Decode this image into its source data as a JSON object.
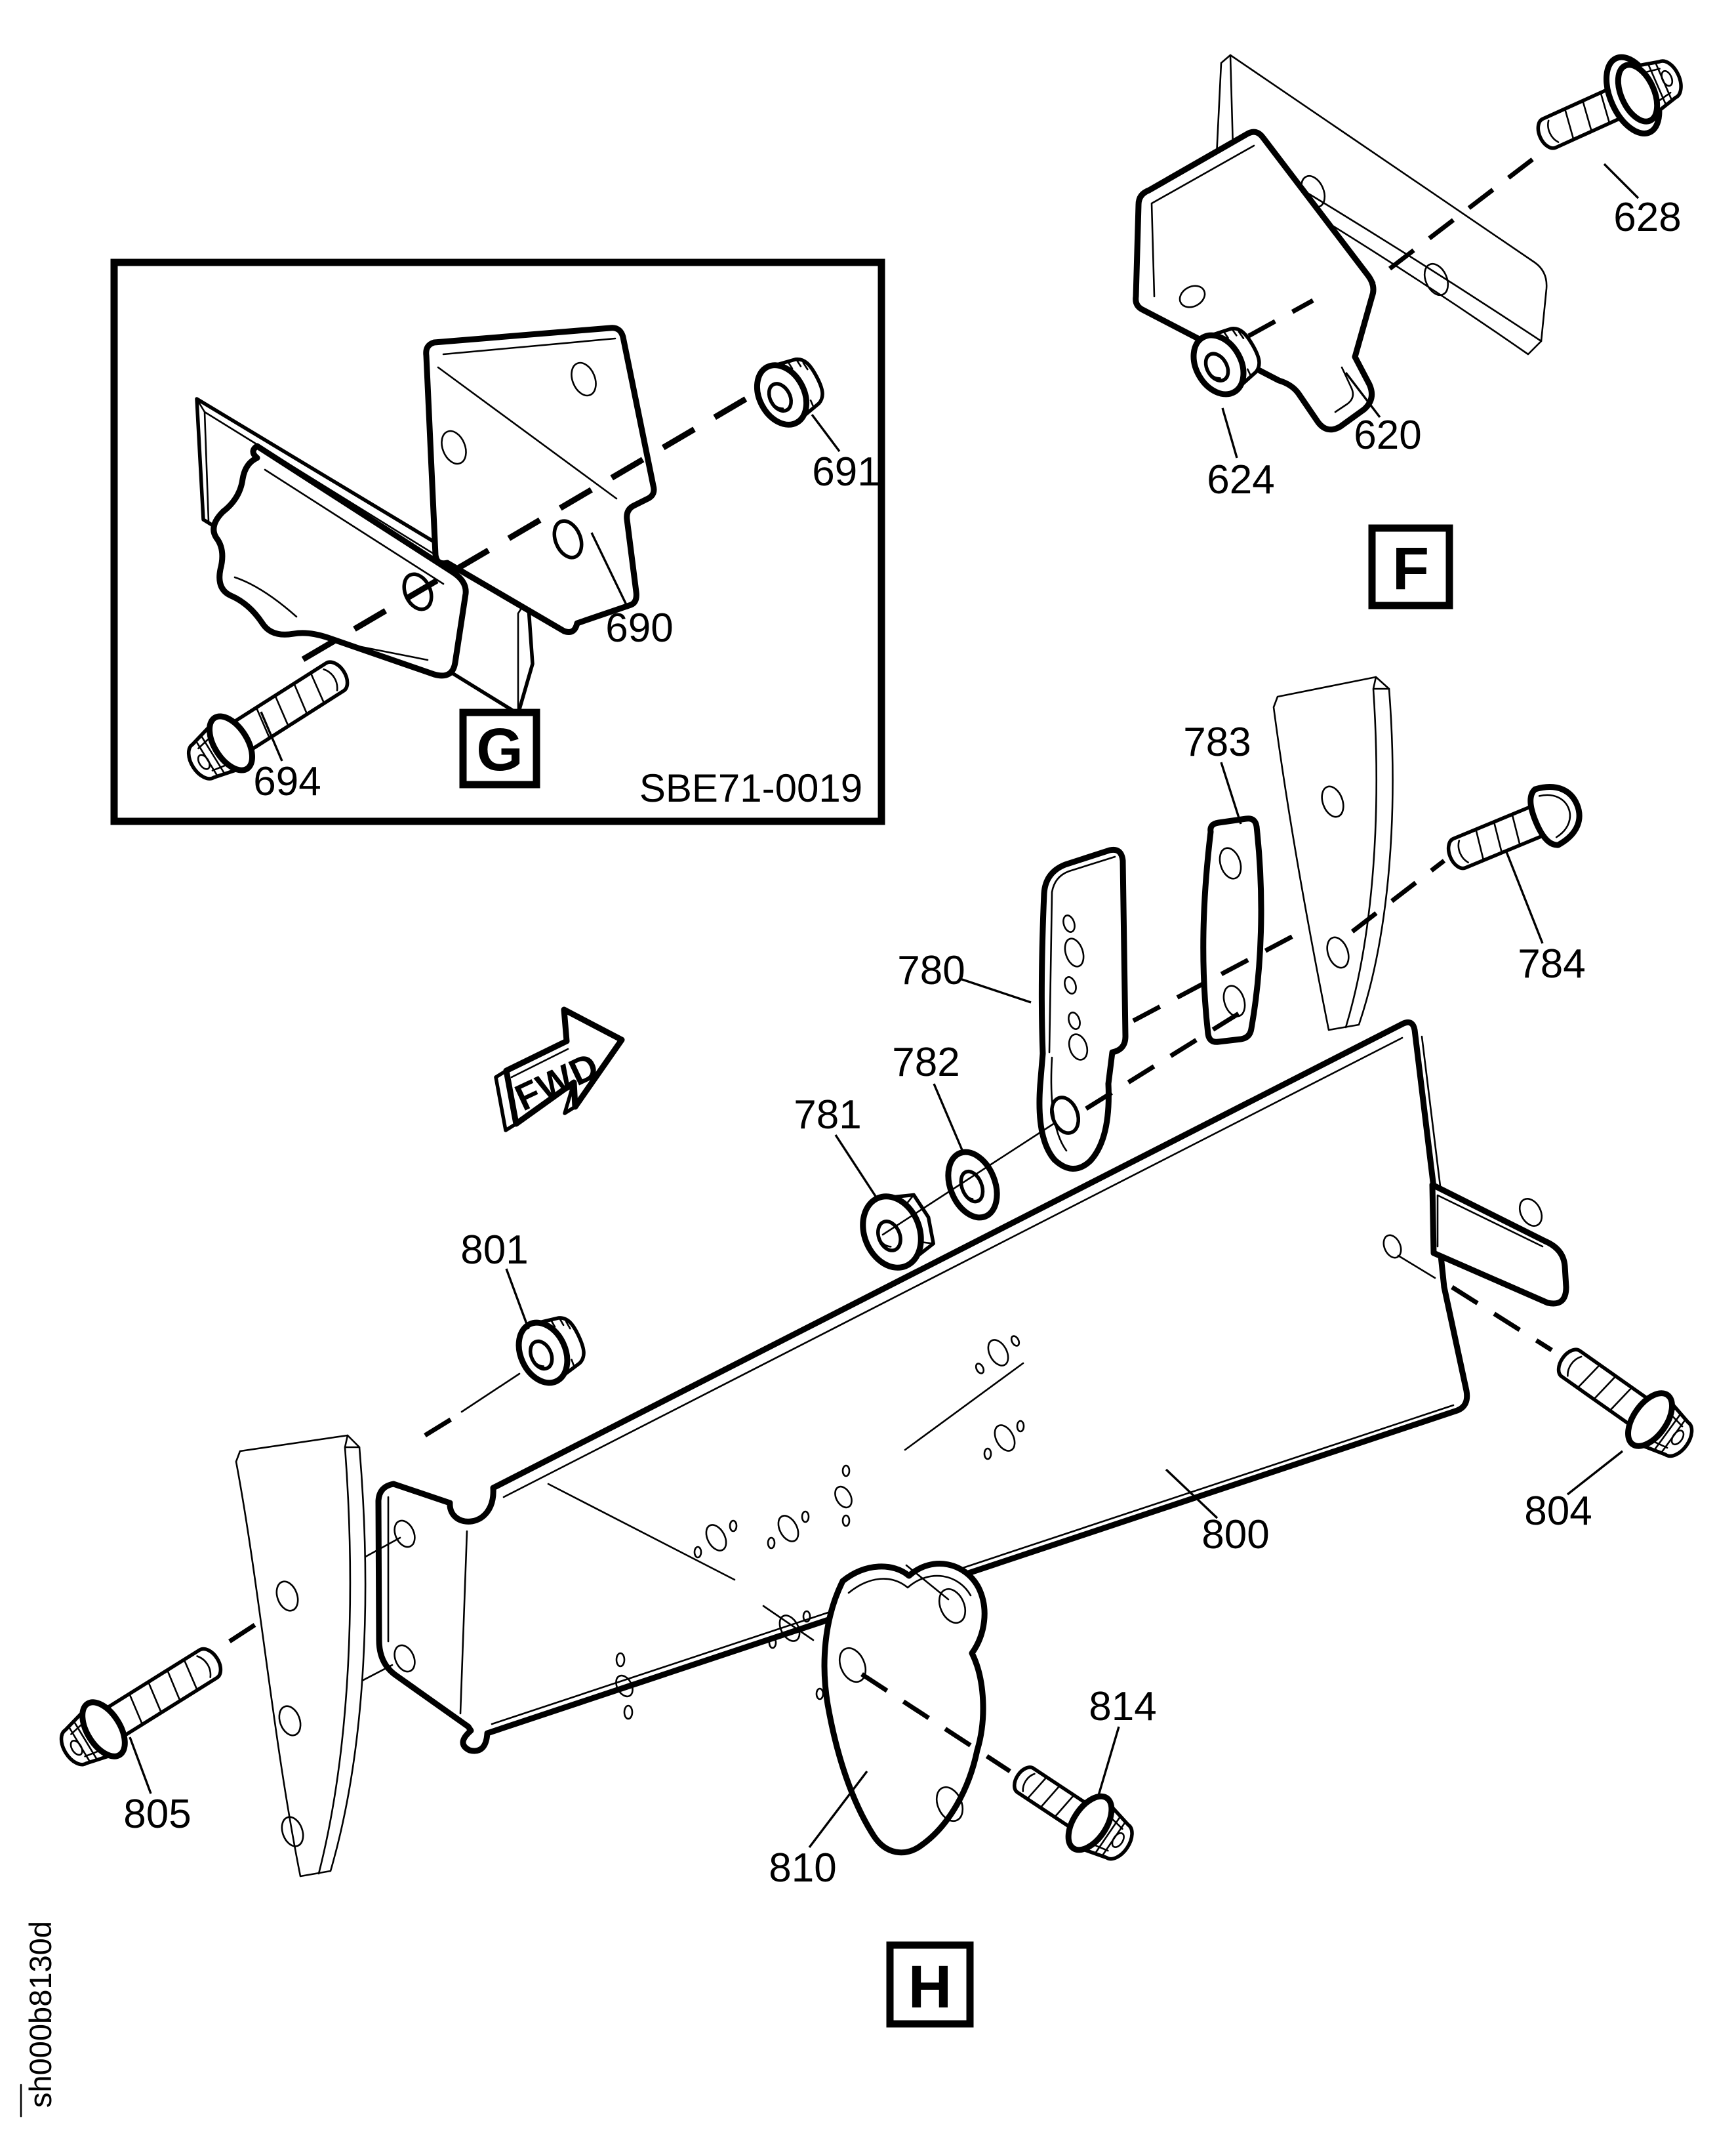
{
  "drawing": {
    "background": "#ffffff",
    "ink": "#000000",
    "footer_code": "sh000b8130d",
    "fwd_arrow_label": "FWD"
  },
  "sections": {
    "G": {
      "letter": "G",
      "drawing_code": "SBE71-0019",
      "parts": {
        "p690": "690",
        "p691": "691",
        "p694": "694"
      }
    },
    "F": {
      "letter": "F",
      "parts": {
        "p620": "620",
        "p624": "624",
        "p628": "628"
      }
    },
    "H": {
      "letter": "H",
      "parts": {
        "p780": "780",
        "p781": "781",
        "p782": "782",
        "p783": "783",
        "p784": "784",
        "p800": "800",
        "p801": "801",
        "p804": "804",
        "p805": "805",
        "p810": "810",
        "p814": "814"
      }
    }
  }
}
